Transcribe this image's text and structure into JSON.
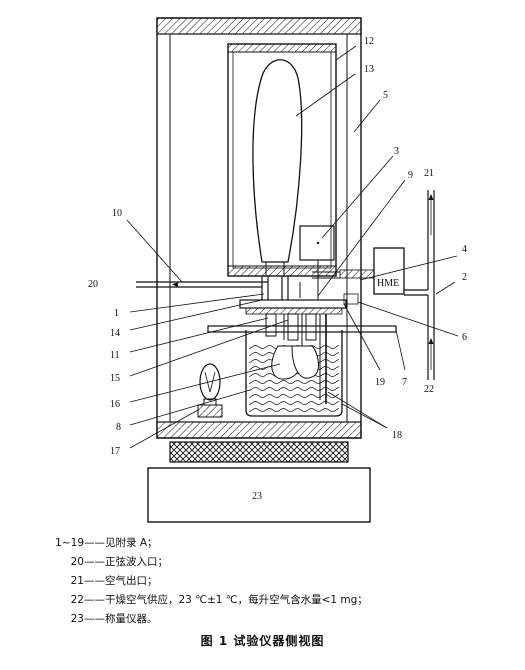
{
  "callouts": {
    "c1": "1",
    "c2": "2",
    "c3": "3",
    "c4": "4",
    "c5": "5",
    "c6": "6",
    "c7": "7",
    "c8": "8",
    "c9": "9",
    "c10": "10",
    "c11": "11",
    "c12": "12",
    "c13": "13",
    "c14": "14",
    "c15": "15",
    "c16": "16",
    "c17": "17",
    "c18": "18",
    "c19": "19",
    "c20": "20",
    "c21": "21",
    "c22": "22",
    "c23": "23"
  },
  "hme_label": "HME",
  "scale_label": "23",
  "legend": [
    {
      "term": "1~19",
      "dash": "——",
      "text": "见附录 A；"
    },
    {
      "term": "20",
      "dash": "——",
      "text": "正弦波入口；"
    },
    {
      "term": "21",
      "dash": "——",
      "text": "空气出口；"
    },
    {
      "term": "22",
      "dash": "——",
      "text": "干燥空气供应，23 ℃±1 ℃，每升空气含水量<1 mg；"
    },
    {
      "term": "23",
      "dash": "——",
      "text": "称量仪器。"
    }
  ],
  "caption": "图 1   试验仪器侧视图"
}
